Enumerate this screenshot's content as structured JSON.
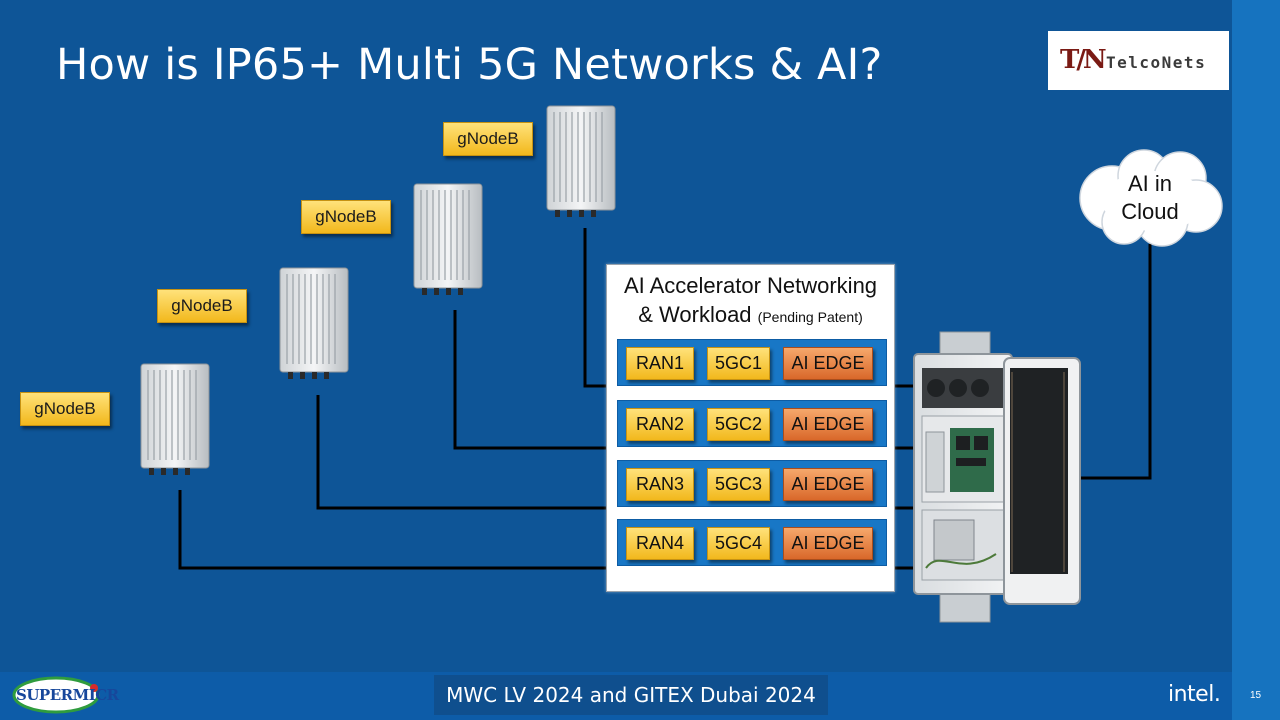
{
  "slide": {
    "title": "How is IP65+ Multi 5G Networks & AI?",
    "page_number": "15"
  },
  "logo": {
    "mark": "T/N",
    "name": "TelcoNets"
  },
  "gnodebs": [
    {
      "label": "gNodeB"
    },
    {
      "label": "gNodeB"
    },
    {
      "label": "gNodeB"
    },
    {
      "label": "gNodeB"
    }
  ],
  "cloud": {
    "line1": "AI in",
    "line2": "Cloud"
  },
  "panel": {
    "title_line1": "AI Accelerator Networking",
    "title_line2": "& Workload",
    "title_note": "(Pending Patent)",
    "rows": [
      {
        "ran": "RAN1",
        "core": "5GC1",
        "edge": "AI EDGE"
      },
      {
        "ran": "RAN2",
        "core": "5GC2",
        "edge": "AI EDGE"
      },
      {
        "ran": "RAN3",
        "core": "5GC3",
        "edge": "AI EDGE"
      },
      {
        "ran": "RAN4",
        "core": "5GC4",
        "edge": "AI EDGE"
      }
    ]
  },
  "footer": {
    "event": "MWC LV 2024 and GITEX Dubai 2024",
    "left_logo": "SUPERMICR",
    "right_logo": "intel."
  },
  "colors": {
    "background": "#0e5597",
    "label_gold": "#f2b81c",
    "edge_orange": "#d9682a",
    "row_blue": "#1877c6"
  }
}
